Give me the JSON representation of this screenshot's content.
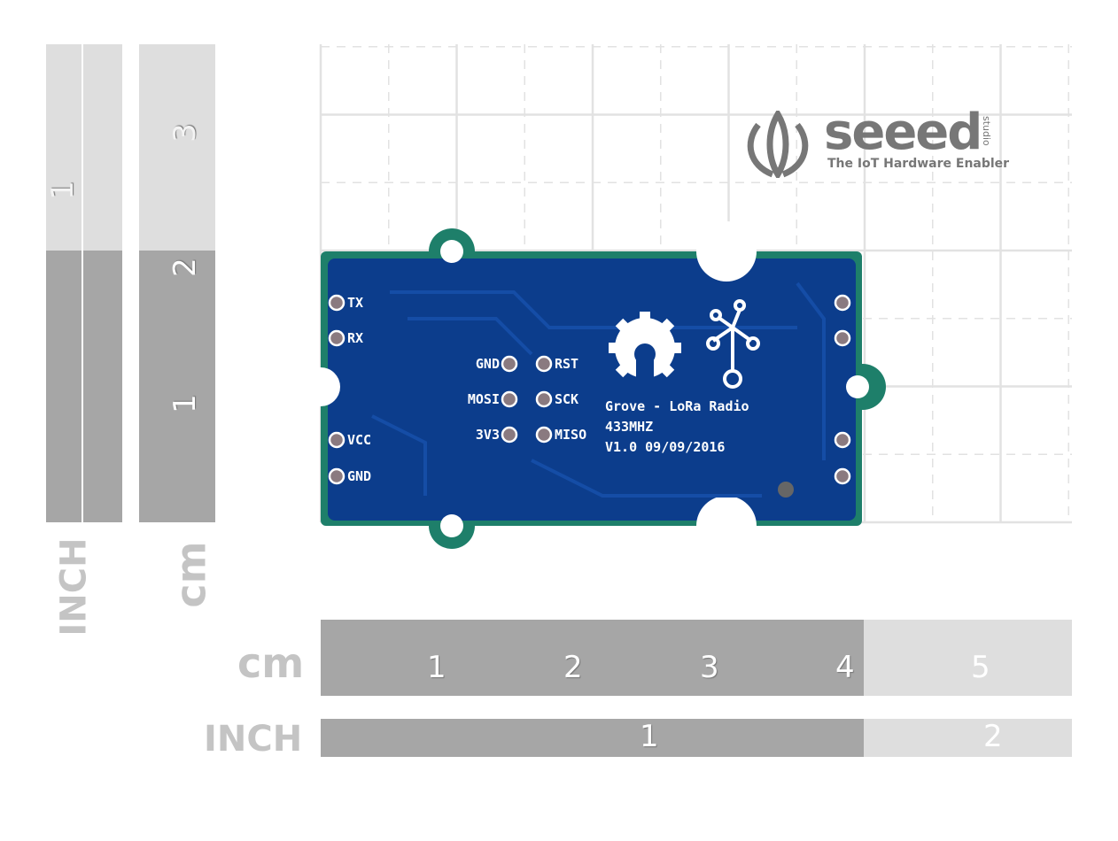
{
  "logo": {
    "brand": "seeed",
    "sub": "studio",
    "tagline": "The IoT Hardware Enabler"
  },
  "board": {
    "title": "Grove - LoRa Radio",
    "frequency": "433MHZ",
    "version": "V1.0 09/09/2016",
    "left_pins": [
      "TX",
      "RX",
      "VCC",
      "GND"
    ],
    "icsp_left": [
      "GND",
      "MOSI",
      "3V3"
    ],
    "icsp_right": [
      "RST",
      "SCK",
      "MISO"
    ],
    "colors": {
      "pcb": "#0c3d8c",
      "edge": "#1e7f6a"
    }
  },
  "rulers": {
    "left_inch_label": "INCH",
    "left_cm_label": "cm",
    "left_inch_numbers": [
      "1"
    ],
    "left_cm_numbers": [
      "1",
      "2",
      "3"
    ],
    "bottom_cm_label": "cm",
    "bottom_inch_label": "INCH",
    "bottom_cm_numbers": [
      "1",
      "2",
      "3",
      "4",
      "5"
    ],
    "bottom_inch_numbers": [
      "1",
      "2"
    ]
  }
}
